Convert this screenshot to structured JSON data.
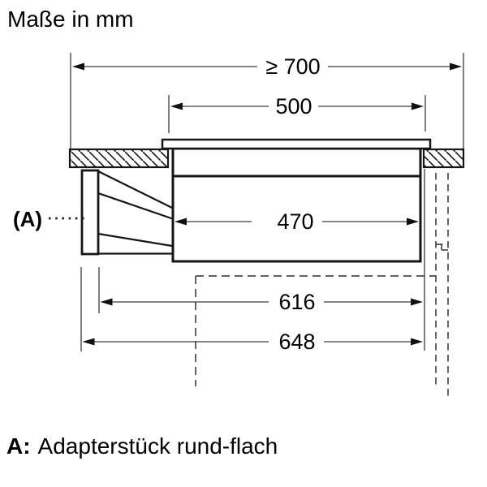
{
  "title": "Maße in mm",
  "dimensions": {
    "overall_width": "≥ 700",
    "cutout_width": "500",
    "body_width": "470",
    "depth_inner": "616",
    "depth_outer": "648"
  },
  "callout": {
    "label": "(A)"
  },
  "legend": {
    "label": "A:",
    "text": "Adapterstück rund-flach"
  },
  "colors": {
    "outline": "#161616",
    "thin_line": "#3c3c3c",
    "dashed_line": "#4a4a4a",
    "text": "#000000",
    "background": "#ffffff"
  }
}
